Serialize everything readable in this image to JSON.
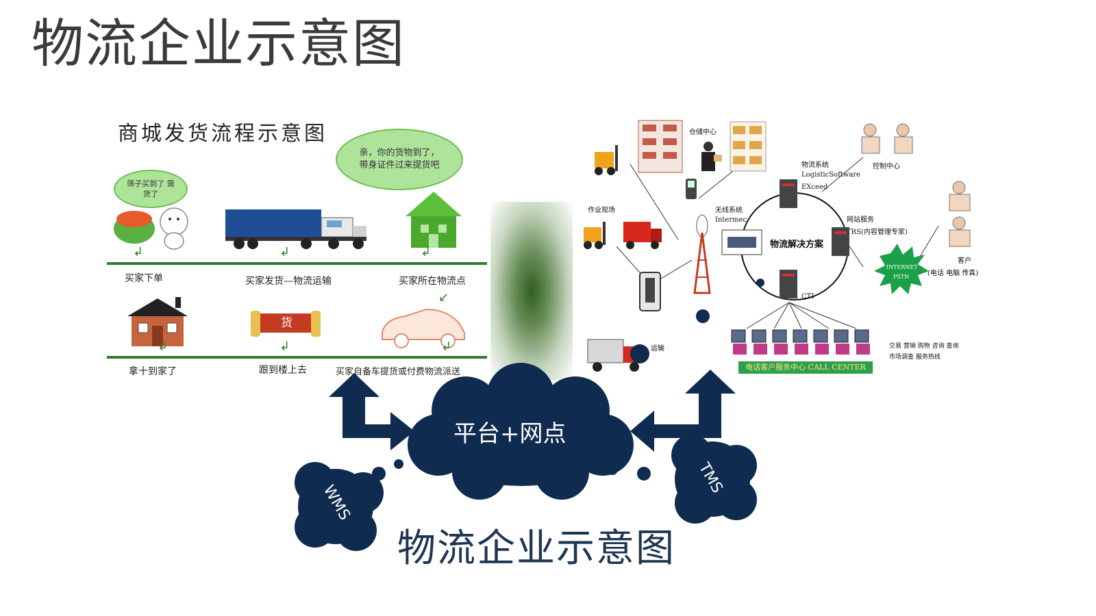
{
  "title": "物流企业示意图",
  "left_diagram": {
    "heading": "商城发货流程示意图",
    "bubble_small": "筛子买到了 需货了",
    "bubble_large_line1": "亲，你的货物到了，",
    "bubble_large_line2": "带身证件过来提货吧",
    "row1_labels": [
      "买家下单",
      "买家发货—物流运输",
      "买家所在物流点"
    ],
    "row2_labels": [
      "拿十到家了",
      "跟到楼上去",
      "买家自备车提货或付费物流派送"
    ],
    "goods_sign": "货"
  },
  "right_diagram": {
    "warehouse": "仓储中心",
    "work_site": "作业现场",
    "wireless_line1": "无线系统",
    "wireless_line2": "Intermec",
    "logistics_line1": "物流系统",
    "logistics_line2": "LogisticSoftware",
    "logistics_line3": "EXceed",
    "control_center": "控制中心",
    "web_service_line1": "网站服务",
    "web_service_line2": "TRS(内容管理专家)",
    "solution": "物流解决方案",
    "internet_line1": "INTERNET",
    "internet_line2": "PSTN",
    "customer_line1": "客户",
    "customer_line2": "(电话 电脑 传真)",
    "cti": "CTI",
    "transport": "运输",
    "services_line1": "交易 营销 购物 咨询 查询",
    "services_line2": "市场调查 服务热线",
    "call_center": "电话客户服务中心 CALL CENTER"
  },
  "clouds": {
    "main": "平台+网点",
    "left": "WMS",
    "right": "TMS"
  },
  "bottom_title": "物流企业示意图",
  "colors": {
    "navy": "#0f2b4f",
    "green": "#2e7d32",
    "title_gray": "#3a3a3a"
  }
}
